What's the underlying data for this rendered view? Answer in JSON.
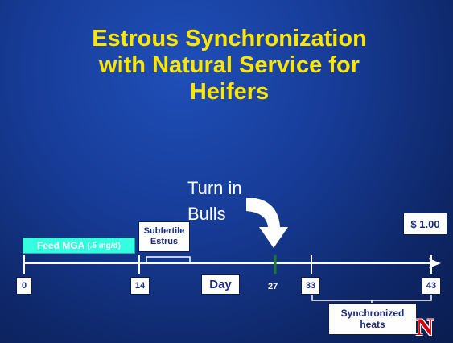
{
  "title": {
    "line1": "Estrous Synchronization",
    "line2": "with Natural Service for",
    "line3": "Heifers"
  },
  "callout": {
    "line1": "Turn in",
    "line2": "Bulls"
  },
  "feed_box": {
    "main": "Feed MGA",
    "dose": "(.5 mg/d)",
    "color": "#33ffe0"
  },
  "subfertile_box": {
    "line1": "Subfertile",
    "line2": "Estrus"
  },
  "price_box": {
    "label": "$ 1.00"
  },
  "timeline": {
    "axis_label": "Day",
    "ticks": [
      "0",
      "14",
      "27",
      "33",
      "43"
    ]
  },
  "sync_box": {
    "line1": "Synchronized",
    "line2": "heats"
  },
  "logo": {
    "letter": "N",
    "color": "#d40000"
  },
  "colors": {
    "title": "#ffe600",
    "background": "#173c98",
    "box_text": "#1a2a80"
  }
}
